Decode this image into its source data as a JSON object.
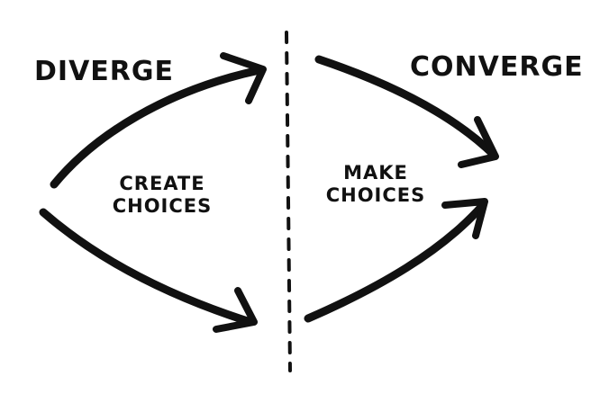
{
  "diagram": {
    "diverge_label": "Diverge",
    "converge_label": "Converge",
    "create_choices": {
      "line1": "Create",
      "line2": "Choices"
    },
    "make_choices": {
      "line1": "Make",
      "line2": "Choices"
    },
    "colors": {
      "ink": "#111111",
      "background": "#ffffff"
    }
  }
}
